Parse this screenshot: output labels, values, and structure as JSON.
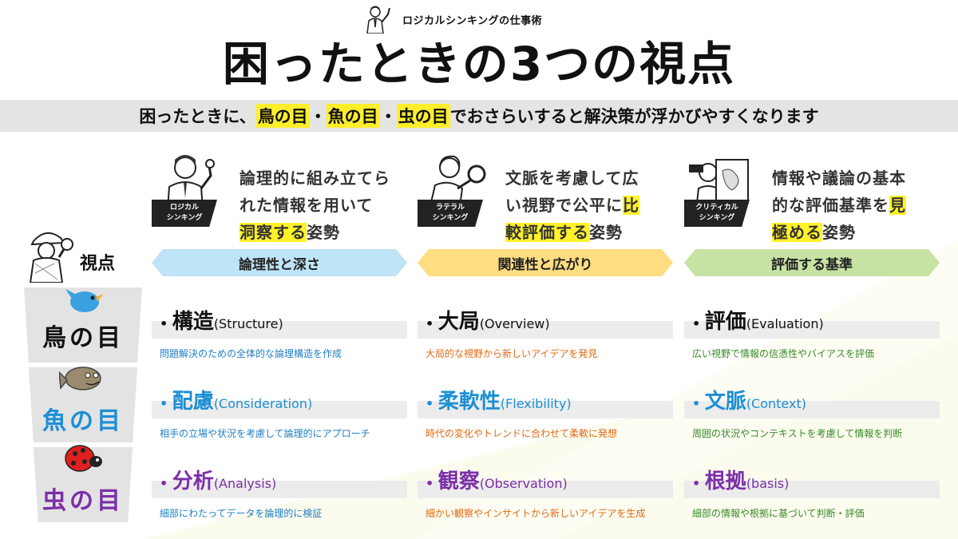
{
  "brand": {
    "label": "ロジカルシンキングの仕事術",
    "icon": "thinking-man-icon"
  },
  "title": "困ったときの3つの視点",
  "subtitle": {
    "pre": "困ったときに、",
    "h1": "鳥の目",
    "sep1": "・",
    "h2": "魚の目",
    "sep2": "・",
    "h3": "虫の目",
    "post": "でおさらいすると解決策が浮かびやすくなります"
  },
  "personas": [
    {
      "tag1": "ロジカル",
      "tag2": "シンキング",
      "line1": "論理的に組み立てら",
      "line2": "れた情報を用いて",
      "line3_hl": "洞察する",
      "line3": "姿勢",
      "icon": "businessman-icon"
    },
    {
      "tag1": "ラテラル",
      "tag2": "シンキング",
      "line1": "文脈を考慮して広",
      "line2a": "い視野で公平に",
      "line2_hl": "比",
      "line3_hl": "較評価する",
      "line3": "姿勢",
      "icon": "magnifier-woman-icon"
    },
    {
      "tag1": "クリティカル",
      "tag2": "シンキング",
      "line1": "情報や議論の基本",
      "line2a": "的な評価基準を",
      "line2_hl": "見",
      "line3_hl": "極める",
      "line3": "姿勢",
      "icon": "map-reader-icon"
    }
  ],
  "viewpoint": {
    "label": "視点",
    "icon": "detective-icon"
  },
  "columns": [
    {
      "header": "論理性と深さ",
      "color": "#bfe3f7"
    },
    {
      "header": "関連性と広がり",
      "color": "#ffdd80"
    },
    {
      "header": "評価する基準",
      "color": "#c7e3a4"
    }
  ],
  "eyes": [
    {
      "label": "鳥の目",
      "icon": "bird-icon",
      "color": "#111111"
    },
    {
      "label": "魚の目",
      "icon": "fish-icon",
      "color": "#1d8fd6"
    },
    {
      "label": "虫の目",
      "icon": "ladybug-icon",
      "color": "#7b2fa8"
    }
  ],
  "grid": [
    [
      {
        "term": "構造",
        "en": "(Structure)",
        "note": "問題解決のための全体的な論理構造を作成"
      },
      {
        "term": "大局",
        "en": "(Overview)",
        "note": "大局的な視野から新しいアイデアを発見"
      },
      {
        "term": "評価",
        "en": "(Evaluation)",
        "note": "広い視野で情報の信憑性やバイアスを評価"
      }
    ],
    [
      {
        "term": "配慮",
        "en": "(Consideration)",
        "note": "相手の立場や状況を考慮して論理的にアプローチ"
      },
      {
        "term": "柔軟性",
        "en": "(Flexibility)",
        "note": "時代の変化やトレンドに合わせて柔軟に発想"
      },
      {
        "term": "文脈",
        "en": "(Context)",
        "note": "周囲の状況やコンテキストを考慮して情報を判断"
      }
    ],
    [
      {
        "term": "分析",
        "en": "(Analysis)",
        "note": "細部にわたってデータを論理的に検証"
      },
      {
        "term": "観察",
        "en": "(Observation)",
        "note": "細かい観察やインサイトから新しいアイデアを生成"
      },
      {
        "term": "根拠",
        "en": "(basis)",
        "note": "細部の情報や根拠に基づいて判断・評価"
      }
    ]
  ],
  "colors": {
    "row_term": [
      "#111111",
      "#1d8fd6",
      "#7b2fa8"
    ],
    "col_note": [
      "#1d7fc4",
      "#e06a10",
      "#3a8a2a"
    ],
    "highlight": "#ffef2b",
    "band": "#e4e4e4"
  }
}
